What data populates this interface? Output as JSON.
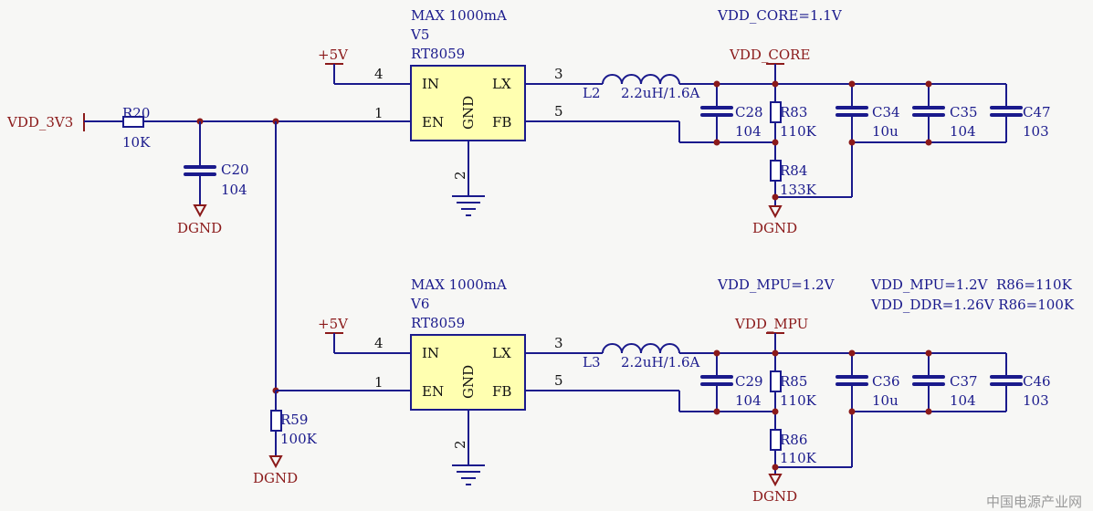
{
  "watermark": "中国电源产业网",
  "colors": {
    "wire": "#1a1a8c",
    "power": "#8b1a1a",
    "component_fill": "#ffffb0"
  },
  "input": {
    "net": "VDD_3V3",
    "r20_ref": "R20",
    "r20_val": "10K",
    "c20_ref": "C20",
    "c20_val": "104",
    "gnd": "DGND"
  },
  "r59": {
    "ref": "R59",
    "val": "100K",
    "gnd": "DGND"
  },
  "top": {
    "max_current": "MAX 1000mA",
    "designator": "V5",
    "part": "RT8059",
    "supply": "+5V",
    "pin_in_num": "4",
    "pin_in": "IN",
    "pin_en_num": "1",
    "pin_en": "EN",
    "pin_lx_num": "3",
    "pin_lx": "LX",
    "pin_fb_num": "5",
    "pin_fb": "FB",
    "pin_gnd": "GND",
    "pin_gnd_num": "2",
    "voltage_note": "VDD_CORE=1.1V",
    "rail": "VDD_CORE",
    "inductor_ref": "L2",
    "inductor_val": "2.2uH/1.6A",
    "caps": [
      {
        "ref": "C28",
        "val": "104"
      },
      {
        "ref": "C34",
        "val": "10u"
      },
      {
        "ref": "C35",
        "val": "104"
      },
      {
        "ref": "C47",
        "val": "103"
      }
    ],
    "r_upper_ref": "R83",
    "r_upper_val": "110K",
    "r_lower_ref": "R84",
    "r_lower_val": "133K",
    "gnd": "DGND"
  },
  "bottom": {
    "max_current": "MAX 1000mA",
    "designator": "V6",
    "part": "RT8059",
    "supply": "+5V",
    "pin_in_num": "4",
    "pin_in": "IN",
    "pin_en_num": "1",
    "pin_en": "EN",
    "pin_lx_num": "3",
    "pin_lx": "LX",
    "pin_fb_num": "5",
    "pin_fb": "FB",
    "pin_gnd": "GND",
    "pin_gnd_num": "2",
    "voltage_note": "VDD_MPU=1.2V",
    "note_mpu": "VDD_MPU=1.2V  R86=110K",
    "note_ddr": "VDD_DDR=1.26V R86=100K",
    "rail": "VDD_MPU",
    "inductor_ref": "L3",
    "inductor_val": "2.2uH/1.6A",
    "caps": [
      {
        "ref": "C29",
        "val": "104"
      },
      {
        "ref": "C36",
        "val": "10u"
      },
      {
        "ref": "C37",
        "val": "104"
      },
      {
        "ref": "C46",
        "val": "103"
      }
    ],
    "r_upper_ref": "R85",
    "r_upper_val": "110K",
    "r_lower_ref": "R86",
    "r_lower_val": "110K",
    "gnd": "DGND"
  }
}
